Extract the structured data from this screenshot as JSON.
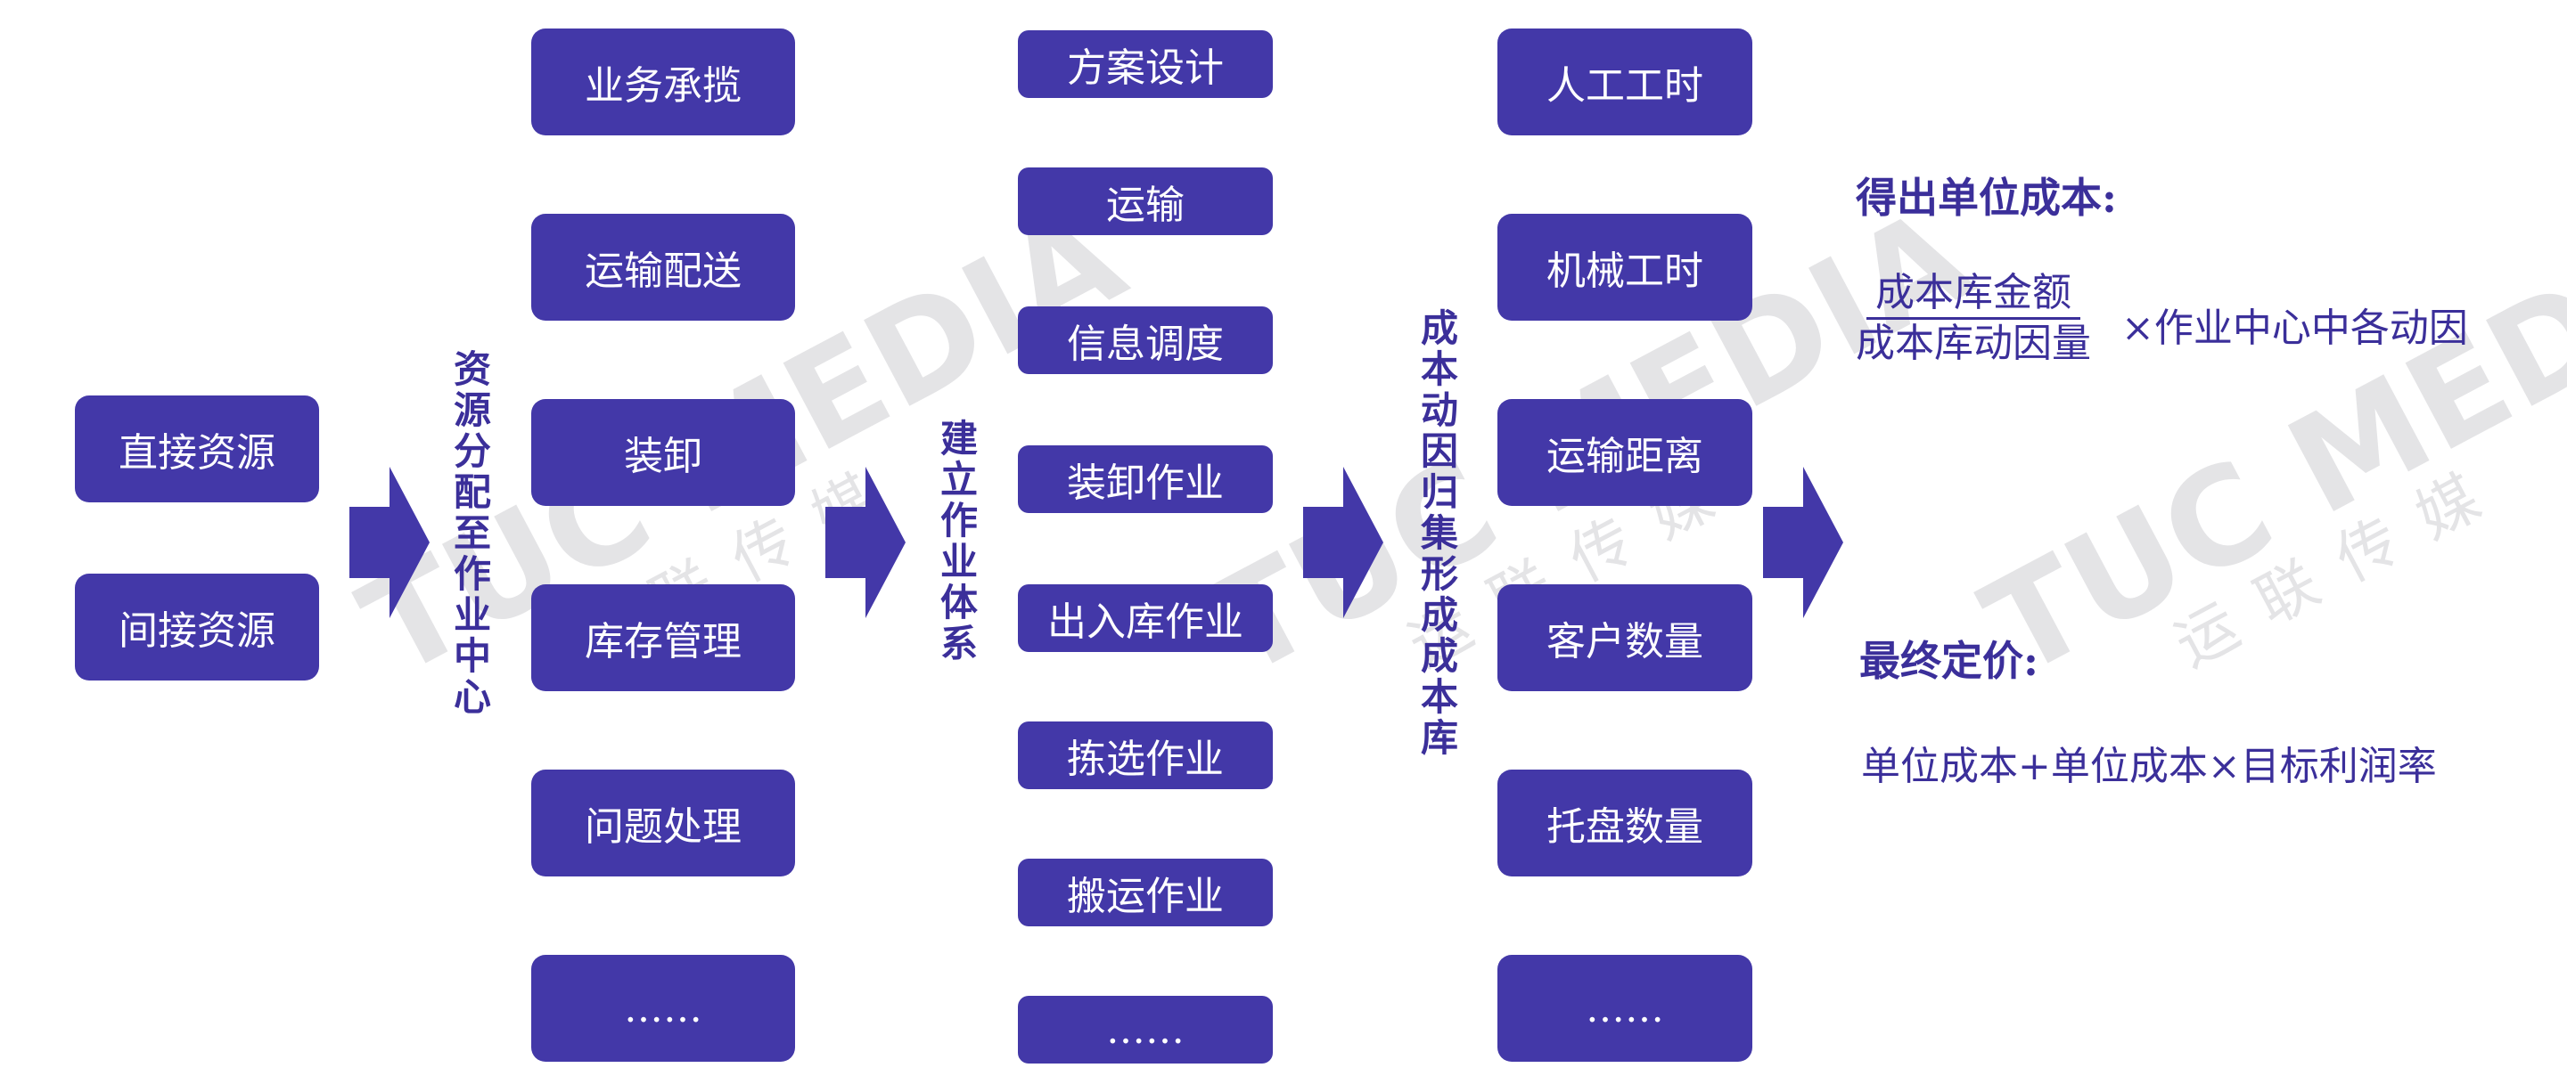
{
  "watermark": {
    "brand": "TUC MEDIA",
    "sub": "运联传媒"
  },
  "colors": {
    "box": "#4338a8",
    "text_accent": "#3b2f9a",
    "arrow": "#4338a8"
  },
  "resources": [
    "直接资源",
    "间接资源"
  ],
  "step1_label": "资源分配至作业中心",
  "activity_centers": [
    "业务承揽",
    "运输配送",
    "装卸",
    "库存管理",
    "问题处理",
    "……"
  ],
  "step2_label": "建立作业体系",
  "operations": [
    "方案设计",
    "运输",
    "信息调度",
    "装卸作业",
    "出入库作业",
    "拣选作业",
    "搬运作业",
    "……"
  ],
  "step3_label": "成本动因归集形成成本库",
  "cost_drivers": [
    "人工工时",
    "机械工时",
    "运输距离",
    "客户数量",
    "托盘数量",
    "……"
  ],
  "result": {
    "unit_cost_title": "得出单位成本:",
    "fraction_numerator": "成本库金额",
    "fraction_denominator": "成本库动因量",
    "fraction_suffix": "×作业中心中各动因",
    "final_price_title": "最终定价:",
    "final_price_formula": "单位成本+单位成本×目标利润率"
  }
}
